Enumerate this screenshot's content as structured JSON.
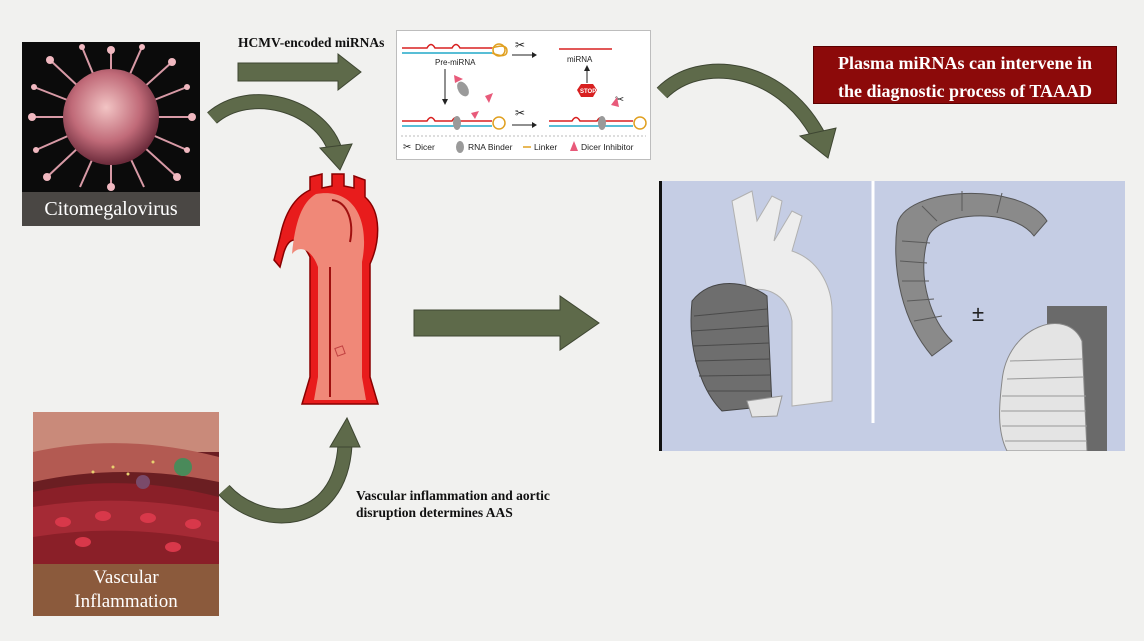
{
  "virus_panel": {
    "label": "Citomegalovirus"
  },
  "inflammation_panel": {
    "label_line1": "Vascular",
    "label_line2": "Inflammation"
  },
  "top_caption": "HCMV-encoded miRNAs",
  "bottom_caption_line1": "Vascular inflammation and aortic",
  "bottom_caption_line2": "disruption determines AAS",
  "banner_line1": "Plasma miRNAs can intervene in",
  "banner_line2": "the diagnostic process of TAAAD",
  "mirna_diagram": {
    "pre_mirna": "Pre-miRNA",
    "mirna": "miRNA",
    "stop": "STOP",
    "legend": [
      "Dicer",
      "RNA Binder",
      "Linker",
      "Dicer Inhibitor"
    ]
  },
  "graft_panel": {
    "symbol": "±"
  },
  "colors": {
    "arrow": "#5e6a4a",
    "label_bg": "#4a4744",
    "inflammation_label_bg": "#8b5a3c",
    "banner_bg": "#8c0a0a"
  }
}
